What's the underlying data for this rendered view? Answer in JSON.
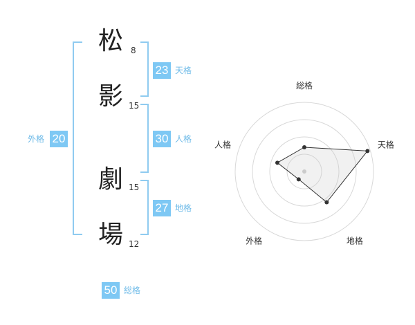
{
  "name_chars": [
    {
      "char": "松",
      "strokes": "8"
    },
    {
      "char": "影",
      "strokes": "15"
    },
    {
      "char": "劇",
      "strokes": "15"
    },
    {
      "char": "場",
      "strokes": "12"
    }
  ],
  "fortunes": {
    "tenkaku": {
      "value": "23",
      "label": "天格"
    },
    "jinkaku": {
      "value": "30",
      "label": "人格"
    },
    "chikaku": {
      "value": "27",
      "label": "地格"
    },
    "gaikaku": {
      "value": "20",
      "label": "外格"
    },
    "soukaku": {
      "value": "50",
      "label": "総格"
    }
  },
  "colors": {
    "accent": "#7ec8f4",
    "bracket": "#8fcbf0",
    "label": "#6fbbe8"
  },
  "chart_data": {
    "type": "radar",
    "axes": [
      "総格",
      "天格",
      "地格",
      "外格",
      "人格"
    ],
    "values": [
      0.35,
      0.96,
      0.55,
      0.14,
      0.41
    ],
    "rings": 4,
    "range": [
      0,
      1
    ]
  }
}
